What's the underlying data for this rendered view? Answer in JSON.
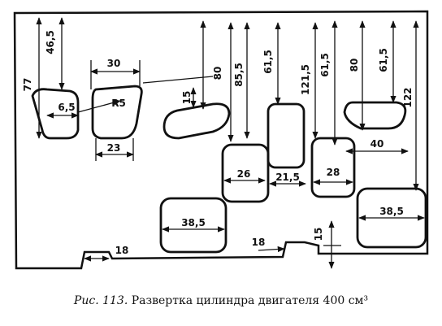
{
  "labels": {
    "d46_5": "46,5",
    "d77": "77",
    "d6_5": "6,5",
    "d30": "30",
    "dR5": "R5",
    "d23": "23",
    "d15a": "15",
    "d80a": "80",
    "d85_5": "85,5",
    "d61_5a": "61,5",
    "d121_5": "121,5",
    "d61_5b": "61,5",
    "d80b": "80",
    "d61_5c": "61,5",
    "d122": "122",
    "d26": "26",
    "d21_5": "21,5",
    "d28": "28",
    "d40": "40",
    "d38_5a": "38,5",
    "d38_5b": "38,5",
    "d18a": "18",
    "d18b": "18",
    "d15b": "15"
  },
  "caption": {
    "prefix": "Рис. 113.",
    "text": "Развертка цилиндра двигателя 400 см³"
  }
}
